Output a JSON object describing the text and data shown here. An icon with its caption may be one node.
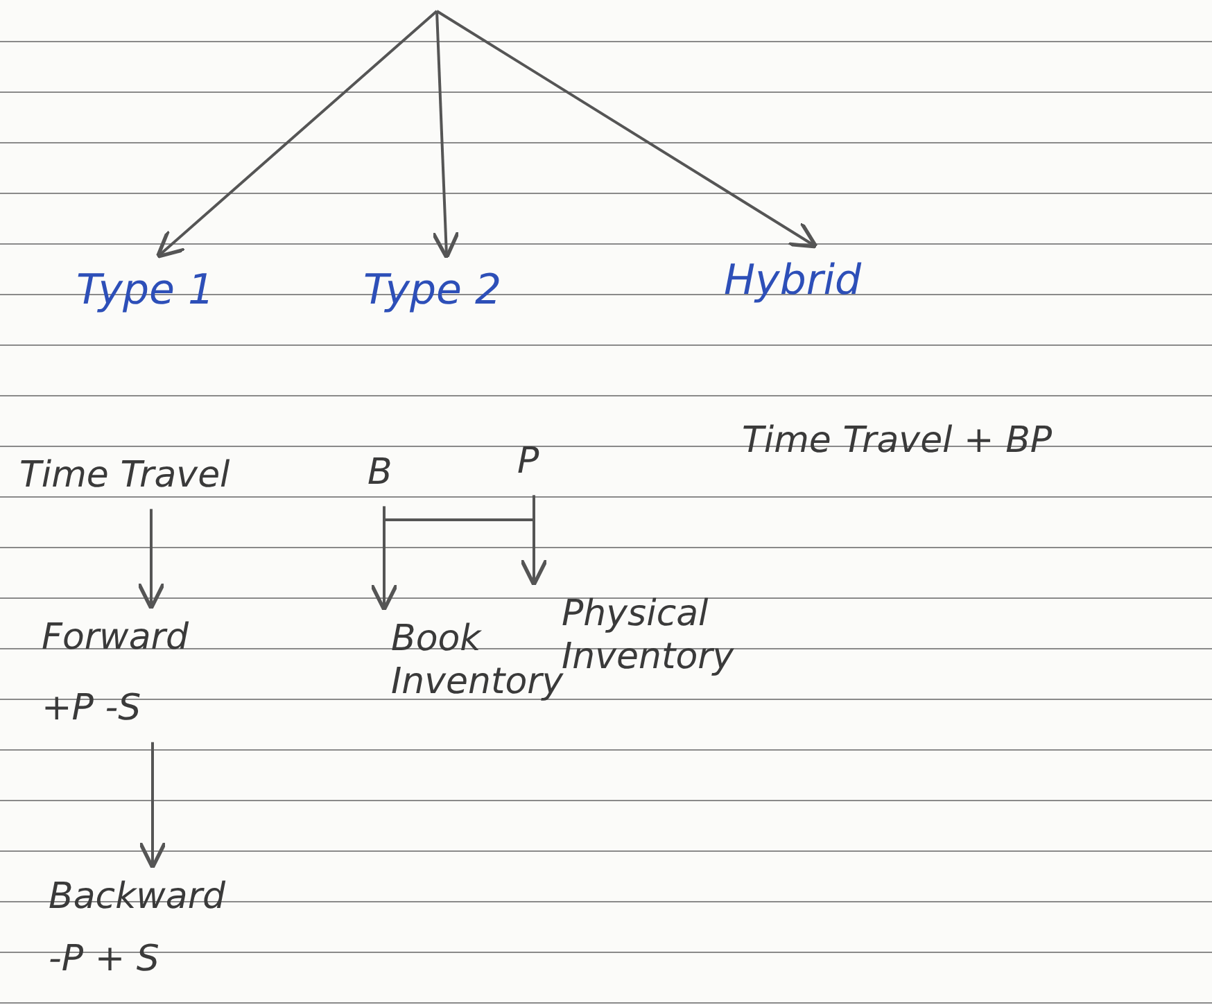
{
  "diagram": {
    "nodes": [
      {
        "text": [
          "Type 1"
        ]
      },
      {
        "text": [
          "Type 2"
        ]
      },
      {
        "text": [
          "Hybrid"
        ]
      },
      {
        "text": [
          "Time Travel"
        ]
      },
      {
        "text": [
          "B"
        ]
      },
      {
        "text": [
          "P"
        ]
      },
      {
        "text": [
          "Time Travel + BP"
        ]
      },
      {
        "text": [
          "Forward",
          "+P -S"
        ]
      },
      {
        "text": [
          "Book Inventory"
        ]
      },
      {
        "text": [
          "Physical Inventory"
        ]
      },
      {
        "text": [
          "Backward",
          "-P + S"
        ]
      }
    ],
    "edges": [
      {
        "from": null,
        "to": 0,
        "arrow": "to"
      },
      {
        "from": null,
        "to": 1,
        "arrow": "to"
      },
      {
        "from": null,
        "to": 2,
        "arrow": "to"
      },
      {
        "from": 3,
        "to": 7,
        "arrow": "to"
      },
      {
        "from": 7,
        "to": 10,
        "arrow": "to"
      },
      {
        "from": 4,
        "to": 8,
        "arrow": "to"
      },
      {
        "from": 5,
        "to": 9,
        "arrow": "to"
      }
    ]
  }
}
